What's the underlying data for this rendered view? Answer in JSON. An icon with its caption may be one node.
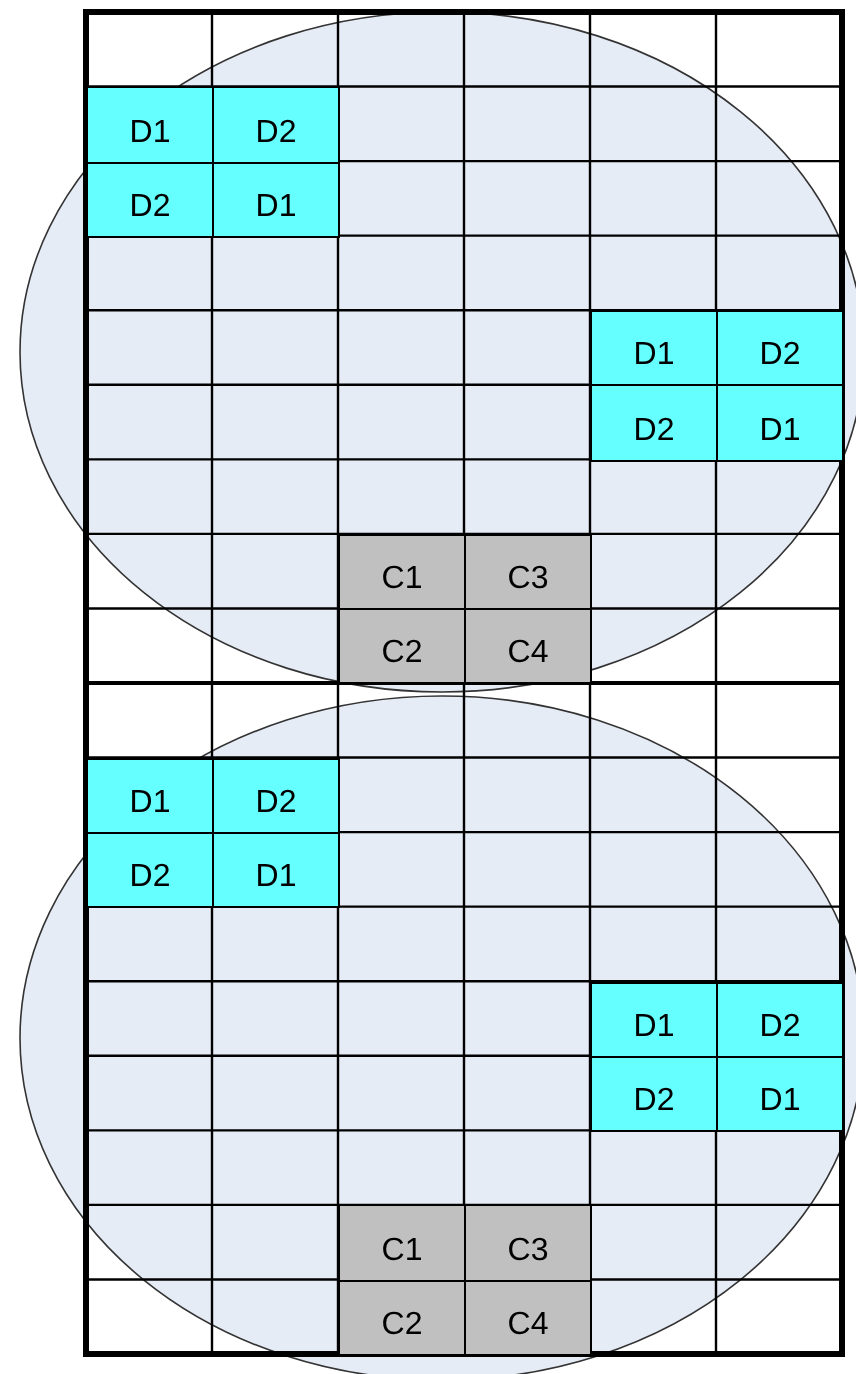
{
  "diagram": {
    "nodes": [
      {
        "text": [
          "D1"
        ]
      },
      {
        "text": [
          "D2"
        ]
      },
      {
        "text": [
          "D2"
        ]
      },
      {
        "text": [
          "D1"
        ]
      },
      {
        "text": [
          "D1"
        ]
      },
      {
        "text": [
          "D2"
        ]
      },
      {
        "text": [
          "D2"
        ]
      },
      {
        "text": [
          "D1"
        ]
      },
      {
        "text": [
          "C1"
        ]
      },
      {
        "text": [
          "C3"
        ]
      },
      {
        "text": [
          "C2"
        ]
      },
      {
        "text": [
          "C4"
        ]
      },
      {
        "text": [
          "D1"
        ]
      },
      {
        "text": [
          "D2"
        ]
      },
      {
        "text": [
          "D2"
        ]
      },
      {
        "text": [
          "D1"
        ]
      },
      {
        "text": [
          "D1"
        ]
      },
      {
        "text": [
          "D2"
        ]
      },
      {
        "text": [
          "D2"
        ]
      },
      {
        "text": [
          "D1"
        ]
      },
      {
        "text": [
          "C1"
        ]
      },
      {
        "text": [
          "C3"
        ]
      },
      {
        "text": [
          "C2"
        ]
      },
      {
        "text": [
          "C4"
        ]
      }
    ]
  }
}
